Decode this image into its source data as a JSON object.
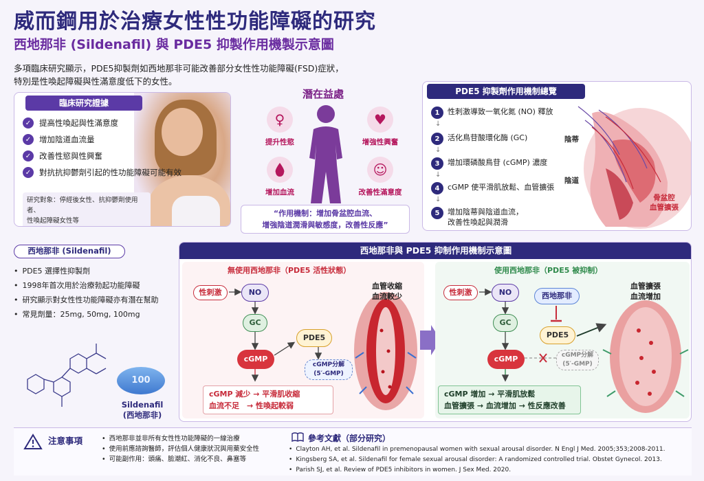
{
  "header": {
    "title": "威而鋼用於治療女性性功能障礙的研究",
    "subtitle": "西地那非 (Sildenafil) 與 PDE5 抑製作用機製示意圖",
    "intro_line1": "多項臨床研究顯示，PDE5抑製劑如西地那非可能改善部分女性性功能障礙(FSD)症狀，",
    "intro_line2": "特別是性喚起障礙與性滿意度低下的女性。"
  },
  "evidence": {
    "heading": "臨床研究證據",
    "items": [
      "提高性喚起與性滿意度",
      "增加陰道血流量",
      "改善性慾與性興奮",
      "對抗抗抑鬱劑引起的性功能障礙可能有效"
    ],
    "note_line1": "研究對象：停經後女性、抗抑鬱劑使用者、",
    "note_line2": "性喚起障礙女性等"
  },
  "benefits": {
    "title": "潛在益處",
    "items": [
      {
        "label": "提升性慾",
        "icon": "venus-icon"
      },
      {
        "label": "增強性興奮",
        "icon": "heart-icon"
      },
      {
        "label": "增加血流",
        "icon": "blood-drop-icon"
      },
      {
        "label": "改善性滿意度",
        "icon": "smile-icon"
      }
    ],
    "mechanism_line1": "“作用機制：增加骨盆腔血流、",
    "mechanism_line2": "增強陰道潤滑與敏感度，改善性反應”"
  },
  "overview": {
    "heading": "PDE5 抑製劑作用機制總覽",
    "steps": [
      {
        "num": "1",
        "text": "性刺激導致一氧化氮 (NO) 釋放"
      },
      {
        "num": "2",
        "text": "活化鳥苷酸環化酶 (GC)"
      },
      {
        "num": "3",
        "text": "增加環磷酸鳥苷 (cGMP) 濃度"
      },
      {
        "num": "4",
        "text": "cGMP 使平滑肌放鬆、血管擴張"
      },
      {
        "num": "5",
        "text": "增加陰蒂與陰道血流，\n改善性喚起與潤滑"
      }
    ],
    "label_clitoris": "陰蒂",
    "label_vagina": "陰道",
    "label_pelvic_line1": "骨盆腔",
    "label_pelvic_line2": "血管擴張"
  },
  "sildenafil": {
    "heading": "西地那非 (Sildenafil)",
    "items": [
      "PDE5 選擇性抑製劑",
      "1998年首次用於治療勃起功能障礙",
      "研究顯示對女性性功能障礙亦有潛在幫助",
      "常見劑量：25mg, 50mg, 100mg"
    ],
    "pill_text": "100",
    "name_line1": "Sildenafil",
    "name_line2": "(西地那非)"
  },
  "mechanism": {
    "heading": "西地那非與 PDE5 抑制作用機制示意圖",
    "left": {
      "title": "無使用西地那非（PDE5 活性狀態）",
      "stimulus": "性刺激",
      "no": "NO",
      "gc": "GC",
      "cgmp": "cGMP",
      "pde5": "PDE5",
      "breakdown_line1": "cGMP分解",
      "breakdown_line2": "(5′-GMP)",
      "vessel_line1": "血管收縮",
      "vessel_line2": "血流較少",
      "result_line1": "cGMP 減少 → 平滑肌收縮",
      "result_line2": "血流不足　→ 性喚起較弱"
    },
    "right": {
      "title": "使用西地那非（PDE5 被抑制）",
      "stimulus": "性刺激",
      "no": "NO",
      "drug": "西地那非",
      "gc": "GC",
      "cgmp": "cGMP",
      "pde5": "PDE5",
      "breakdown_line1": "cGMP分解",
      "breakdown_line2": "(5′-GMP)",
      "vessel_line1": "血管擴張",
      "vessel_line2": "血流增加",
      "result_line1": "cGMP 增加 → 平滑肌放鬆",
      "result_line2": "血管擴張 → 血流增加 → 性反應改善"
    }
  },
  "footer": {
    "warn_title": "注意事項",
    "warnings": [
      "西地那非並非所有女性性功能障礙的一線治療",
      "使用前應諮詢醫師，評估個人健康狀況與用藥安全性",
      "可能副作用：頭痛、臉潮紅、消化不良、鼻塞等"
    ],
    "ref_title": "參考文獻（部分研究）",
    "references": [
      "Clayton AH, et al. Sildenafil in premenopausal women with sexual arousal disorder. N Engl J Med. 2005;353;2008-2011.",
      "Kingsberg SA, et al. Sildenafil for female sexual arousal disorder: A randomized controlled trial. Obstet Gynecol. 2013.",
      "Parish SJ, et al. Review of PDE5 inhibitors in women. J Sex Med. 2020."
    ]
  },
  "colors": {
    "navy": "#2e2a7c",
    "purple": "#5b3aa6",
    "magenta": "#b5175d",
    "red": "#d8343d",
    "green": "#2f8a4b"
  }
}
